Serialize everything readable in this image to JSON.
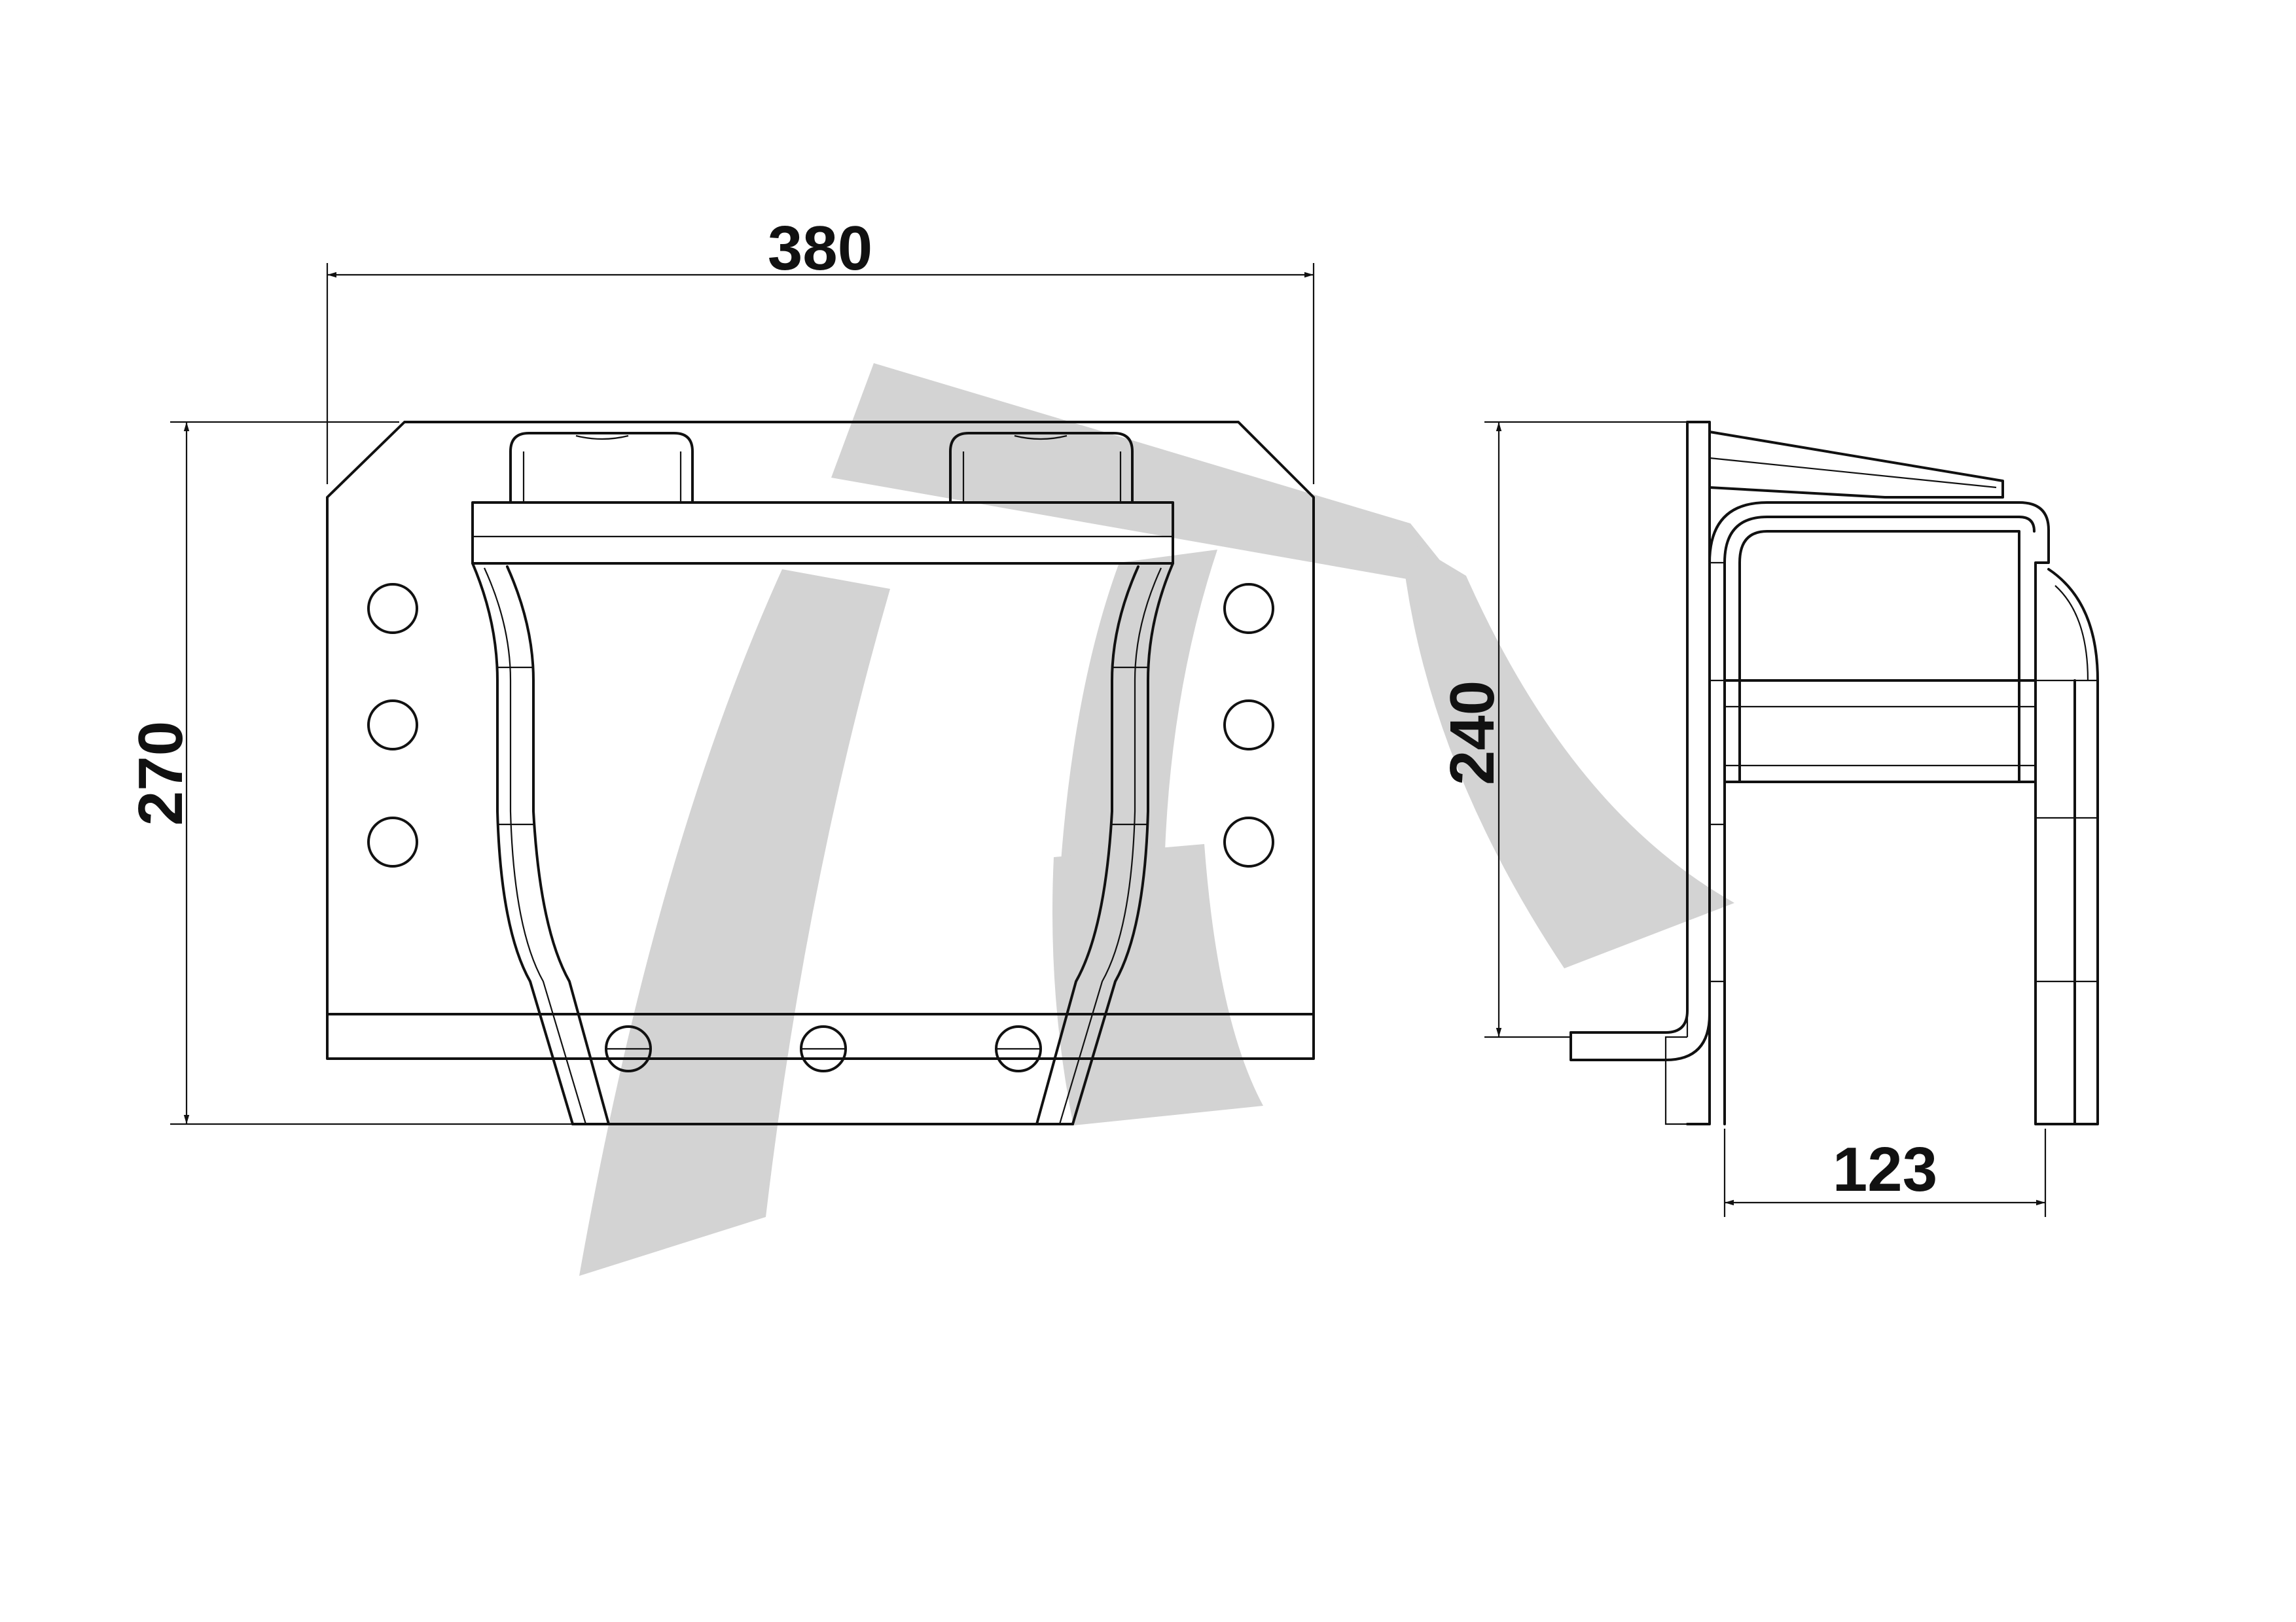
{
  "dimensions": {
    "width": "380",
    "height": "270",
    "side_height": "240",
    "side_depth": "123"
  },
  "colors": {
    "line": "#111111",
    "watermark": "#d3d3d3",
    "background": "#ffffff"
  }
}
